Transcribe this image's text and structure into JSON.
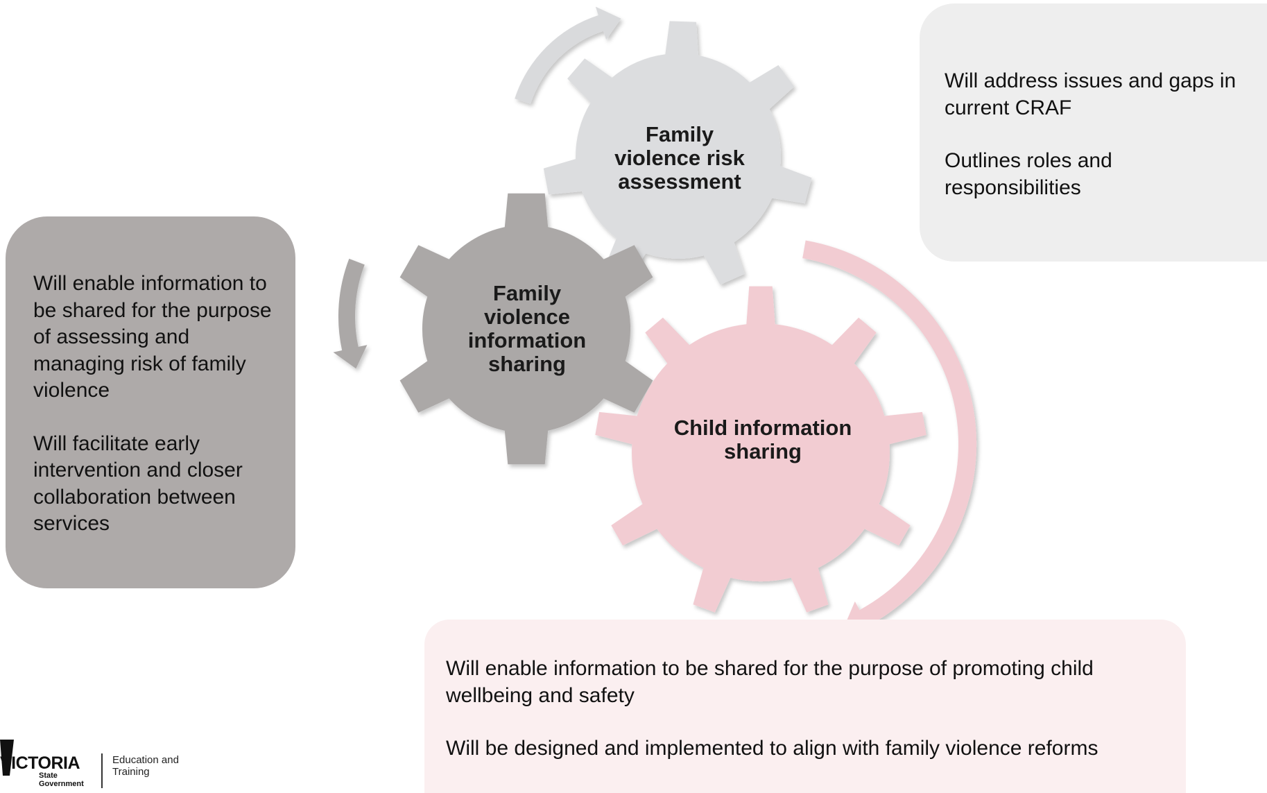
{
  "gears": {
    "risk": {
      "lines": [
        "Family",
        "violence risk",
        "assessment"
      ],
      "color": "#dcdddf"
    },
    "fvis": {
      "lines": [
        "Family",
        "violence",
        "information",
        "sharing"
      ],
      "color": "#aba8a7"
    },
    "cis": {
      "lines": [
        "Child information",
        "sharing"
      ],
      "color": "#f2ccd2"
    }
  },
  "arrows": {
    "light_gray": "#d9dadc",
    "mid_gray": "#aba8a7",
    "pink": "#f2ccd2"
  },
  "boxes": {
    "risk": {
      "para1": "Will address issues and gaps in current CRAF",
      "para2": "Outlines roles and responsibilities",
      "background": "#eeeeee"
    },
    "fvis": {
      "para1": "Will enable information to be shared for the purpose of assessing and managing risk of family violence",
      "para2": "Will facilitate early intervention and closer collaboration between services",
      "background": "#aeaaa9"
    },
    "cis": {
      "para1": "Will enable information to be shared for the purpose of promoting child wellbeing and safety",
      "para2": "Will be designed and implemented to align with family violence reforms",
      "background": "#fbeff0"
    }
  },
  "logo": {
    "wordmark": "VICTORIA",
    "sub": "State Government",
    "department": "Education and Training"
  }
}
